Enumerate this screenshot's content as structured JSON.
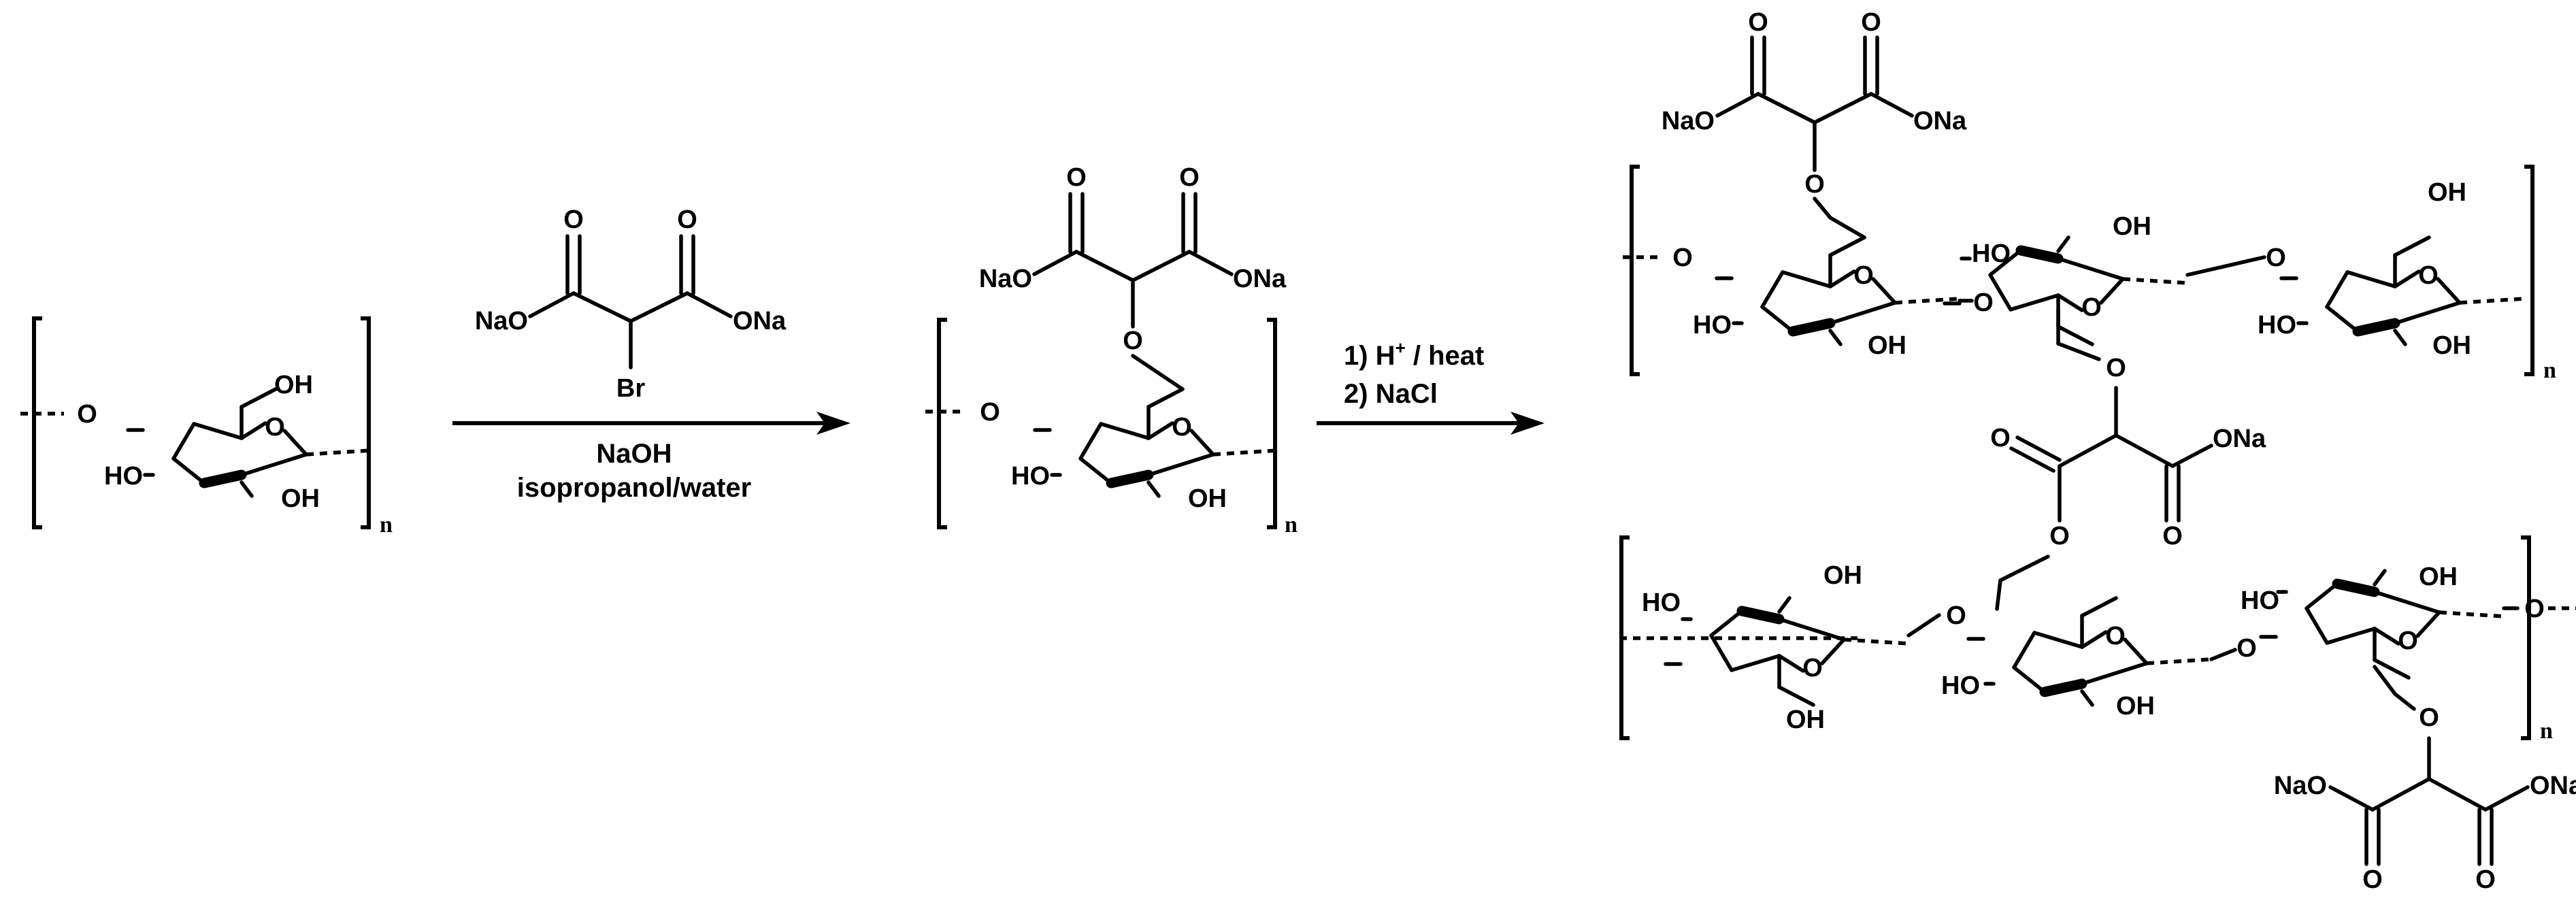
{
  "scheme": {
    "reagent": {
      "carbonyl_o_left": "O",
      "carbonyl_o_right": "O",
      "sodium_ester_left": "NaO",
      "sodium_ester_right": "ONa",
      "bromine": "Br"
    },
    "arrow1": {
      "line1": "NaOH",
      "line2": "isopropanol/water"
    },
    "arrow2": {
      "step1_prefix": "1) H",
      "step1_superscript": "+",
      "step1_suffix": " / heat",
      "step2": "2) NaCl"
    },
    "repeat_subscript": "n",
    "atoms": {
      "oxygen": "O",
      "hydroxyl_right": "OH",
      "hydroxyl_left": "HO",
      "sodium_oxy_left": "NaO",
      "sodium_oxy_right": "ONa"
    }
  }
}
